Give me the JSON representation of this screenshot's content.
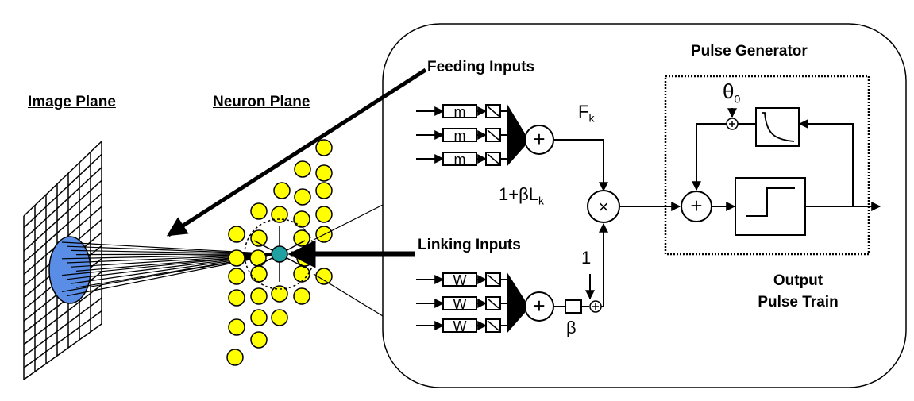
{
  "labels": {
    "image_plane": "Image Plane",
    "neuron_plane": "Neuron Plane",
    "feeding_inputs": "Feeding Inputs",
    "linking_inputs": "Linking Inputs",
    "pulse_generator": "Pulse Generator",
    "output_line1": "Output",
    "output_line2": "Pulse Train",
    "f_base": "F",
    "f_sub": "k",
    "one_plus_beta_l": "1+βL",
    "l_sub": "k",
    "one": "1",
    "beta": "β",
    "theta": "θ",
    "theta_sub": "0",
    "feed_weight": "m",
    "link_weight": "W"
  },
  "colors": {
    "neuron_fill": "#ffff00",
    "central_neuron_fill": "#20a0a0",
    "image_spot_fill": "#5a8de6",
    "stroke": "#000000"
  }
}
